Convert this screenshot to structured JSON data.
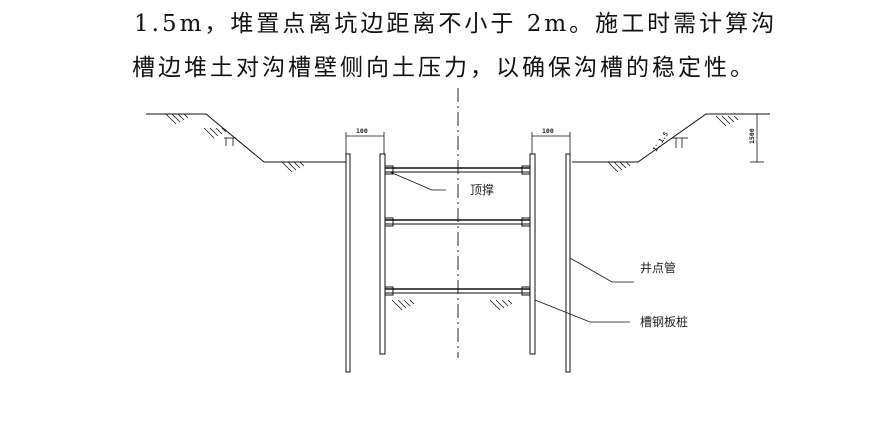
{
  "text": {
    "line1": "1.5m，堆置点离坑边距离不小于 2m。施工时需计算沟",
    "line2": "槽边堆土对沟槽壁侧向土压力，以确保沟槽的稳定性。"
  },
  "diagram": {
    "labels": {
      "strut": "顶撑",
      "well_point": "井点管",
      "sheet_pile": "槽钢板桩"
    },
    "dimensions": {
      "left_width": "100",
      "right_width": "100",
      "height": "1500",
      "slope": "1：1.5"
    }
  }
}
